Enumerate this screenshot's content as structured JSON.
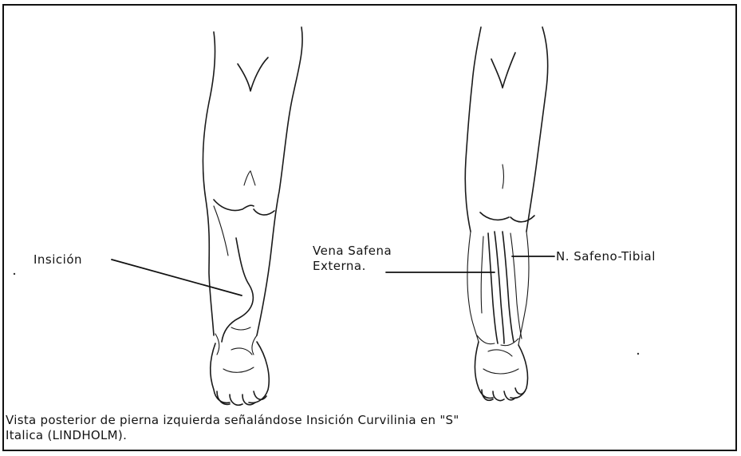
{
  "figure": {
    "labels": {
      "incision": "Insición",
      "vena_safena_line1": "Vena Safena",
      "vena_safena_line2": "Externa.",
      "nerve": "N. Safeno-Tibial"
    },
    "caption": {
      "line1": "Vista posterior de pierna izquierda señalándose Insición Curvilinia en \"S\"",
      "line2": "Italica (LINDHOLM)."
    },
    "colors": {
      "ink": "#1a1a1a",
      "background": "#ffffff"
    }
  }
}
